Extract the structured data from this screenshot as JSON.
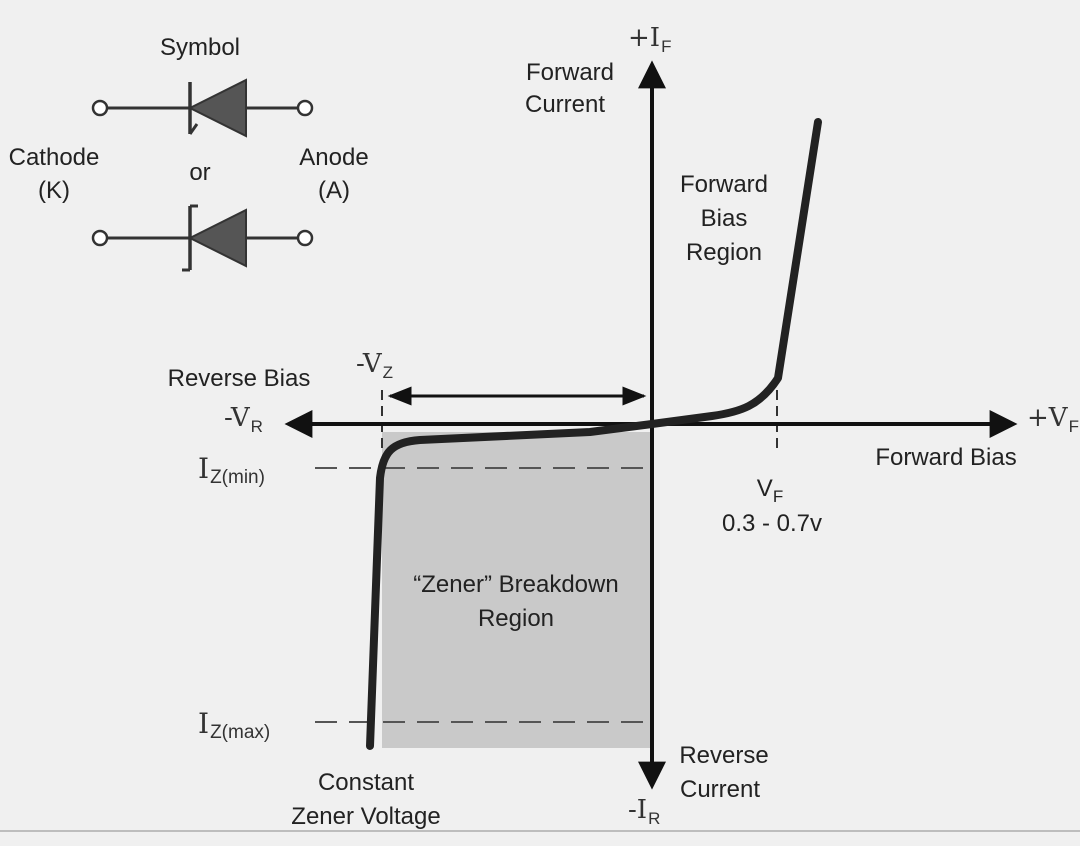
{
  "symbol": {
    "title": "Symbol",
    "or_text": "or",
    "cathode_line1": "Cathode",
    "cathode_line2": "(K)",
    "anode_line1": "Anode",
    "anode_line2": "(A)"
  },
  "axes": {
    "plus_i": "+I",
    "plus_i_sub": "F",
    "forward_current_line1": "Forward",
    "forward_current_line2": "Current",
    "plus_v": "+V",
    "plus_v_sub": "F",
    "minus_v": "-V",
    "minus_v_sub": "R",
    "minus_i": "-I",
    "minus_i_sub": "R",
    "reverse_current_line1": "Reverse",
    "reverse_current_line2": "Current",
    "forward_bias": "Forward Bias",
    "reverse_bias": "Reverse Bias"
  },
  "labels": {
    "forward_region_line1": "Forward",
    "forward_region_line2": "Bias",
    "forward_region_line3": "Region",
    "vf": "V",
    "vf_sub": "F",
    "vf_range": "0.3 - 0.7v",
    "minus_vz": "-V",
    "minus_vz_sub": "Z",
    "iz_min": "I",
    "iz_min_sub": "Z(min)",
    "iz_max": "I",
    "iz_max_sub": "Z(max)",
    "zener_region_line1": "“Zener” Breakdown",
    "zener_region_line2": "Region",
    "constant_line1": "Constant",
    "constant_line2": "Zener Voltage"
  },
  "colors": {
    "background": "#f0f0f0",
    "shaded_region": "#c9c9c9",
    "line": "#222222"
  }
}
